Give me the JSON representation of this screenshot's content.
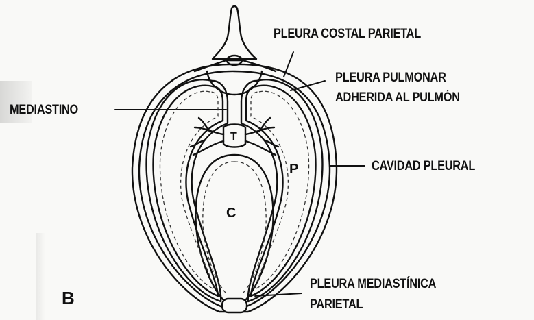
{
  "labels": {
    "pleura_costal_parietal": "PLEURA COSTAL PARIETAL",
    "pleura_pulmonar_line1": "PLEURA PULMONAR",
    "pleura_pulmonar_line2": "ADHERIDA AL PULMÓN",
    "mediastino": "MEDIASTINO",
    "cavidad_pleural": "CAVIDAD PLEURAL",
    "pleura_mediastinica_line1": "PLEURA MEDIASTÍNICA",
    "pleura_mediastinica_line2": "PARIETAL"
  },
  "regions": {
    "pulmon": "P",
    "corazon": "C",
    "traquea": "T"
  },
  "panel_letter": "B"
}
